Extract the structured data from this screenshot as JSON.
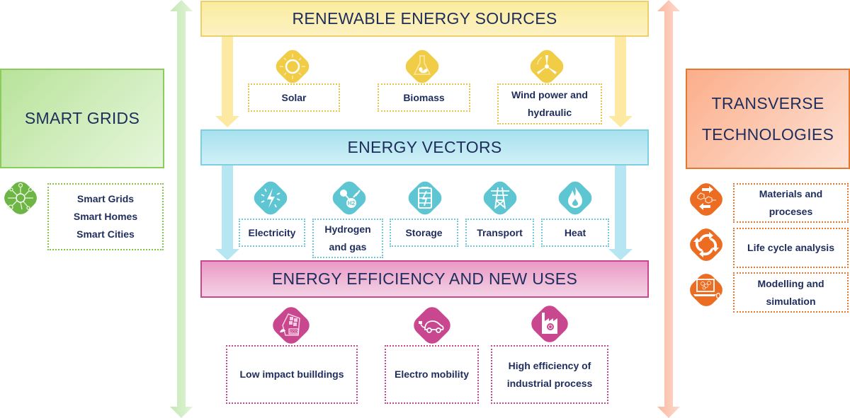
{
  "colors": {
    "yellow": "#f1cd47",
    "blue": "#5ec6d3",
    "pink": "#c9478f",
    "green": "#6db544",
    "orange": "#ec6c22",
    "text": "#1f2d5c"
  },
  "renewable": {
    "title": "RENEWABLE ENERGY SOURCES",
    "items": [
      {
        "label": "Solar",
        "icon": "sun-icon"
      },
      {
        "label": "Biomass",
        "icon": "flask-leaf-icon"
      },
      {
        "label": "Wind power and hydraulic",
        "icon": "wind-turbine-icon"
      }
    ]
  },
  "vectors": {
    "title": "ENERGY VECTORS",
    "items": [
      {
        "label": "Electricity",
        "icon": "lightning-icon"
      },
      {
        "label": "Hydrogen and gas",
        "icon": "hydrogen-icon",
        "icon_text": "H2"
      },
      {
        "label": "Storage",
        "icon": "battery-icon"
      },
      {
        "label": "Transport",
        "icon": "power-tower-icon"
      },
      {
        "label": "Heat",
        "icon": "flame-icon"
      }
    ]
  },
  "efficiency": {
    "title": "ENERGY EFFICIENCY AND NEW USES",
    "items": [
      {
        "label": "Low impact builldings",
        "icon": "eco-house-icon",
        "icon_text": "ECO"
      },
      {
        "label": "Electro mobility",
        "icon": "electric-car-icon"
      },
      {
        "label": "High efficiency of industrial process",
        "icon": "factory-icon"
      }
    ]
  },
  "smart_grids": {
    "title": "SMART GRIDS",
    "items": [
      "Smart Grids",
      "Smart Homes",
      "Smart Cities"
    ],
    "icon": "network-bulb-icon"
  },
  "transverse": {
    "title_line1": "TRANSVERSE",
    "title_line2": "TECHNOLOGIES",
    "items": [
      {
        "label": "Materials and proceses",
        "icon": "molecule-icon"
      },
      {
        "label": "Life cycle analysis",
        "icon": "cycle-arrows-icon"
      },
      {
        "label": "Modelling and simulation",
        "icon": "laptop-icon"
      }
    ]
  }
}
